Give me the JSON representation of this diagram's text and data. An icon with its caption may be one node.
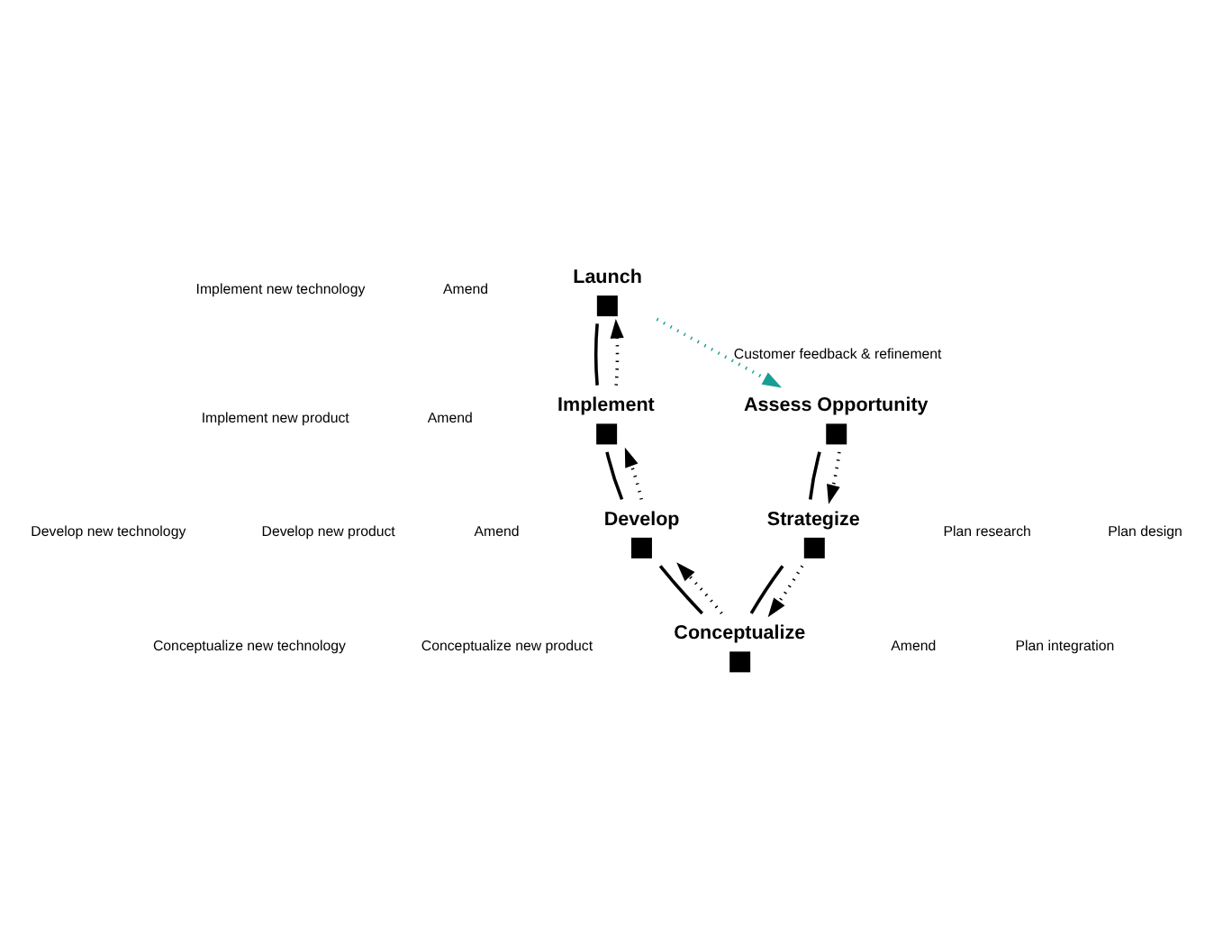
{
  "diagram": {
    "nodes": [
      {
        "text": [
          "Launch"
        ]
      },
      {
        "text": [
          "Assess Opportunity"
        ]
      },
      {
        "text": [
          "Strategize"
        ]
      },
      {
        "text": [
          "Conceptualize"
        ]
      },
      {
        "text": [
          "Develop"
        ]
      },
      {
        "text": [
          "Implement"
        ]
      }
    ],
    "edges": [
      {
        "from": 0,
        "to": 1,
        "arrow": "to",
        "label": "Customer feedback & refinement",
        "style": "dashed",
        "color": "#1a9e94"
      },
      {
        "from": 1,
        "to": 2,
        "arrow": "none"
      },
      {
        "from": 2,
        "to": 3,
        "arrow": "none"
      },
      {
        "from": 3,
        "to": 4,
        "arrow": "none"
      },
      {
        "from": 4,
        "to": 5,
        "arrow": "none"
      },
      {
        "from": 5,
        "to": 0,
        "arrow": "none"
      },
      {
        "from": 1,
        "to": 2,
        "arrow": "to",
        "style": "dashed"
      },
      {
        "from": 2,
        "to": 3,
        "arrow": "to",
        "style": "dashed"
      },
      {
        "from": 3,
        "to": 4,
        "arrow": "to",
        "style": "dashed"
      },
      {
        "from": 4,
        "to": 5,
        "arrow": "to",
        "style": "dashed"
      },
      {
        "from": 5,
        "to": 0,
        "arrow": "to",
        "style": "dashed"
      }
    ],
    "labels": [
      "Amend",
      "Implement new technology",
      "Implement new product",
      "Amend",
      "Develop new technology",
      "Develop new product",
      "Amend",
      "Conceptualize new technology",
      "Conceptualize new product",
      "Plan research",
      "Plan design",
      "Plan integration",
      "Amend"
    ]
  }
}
